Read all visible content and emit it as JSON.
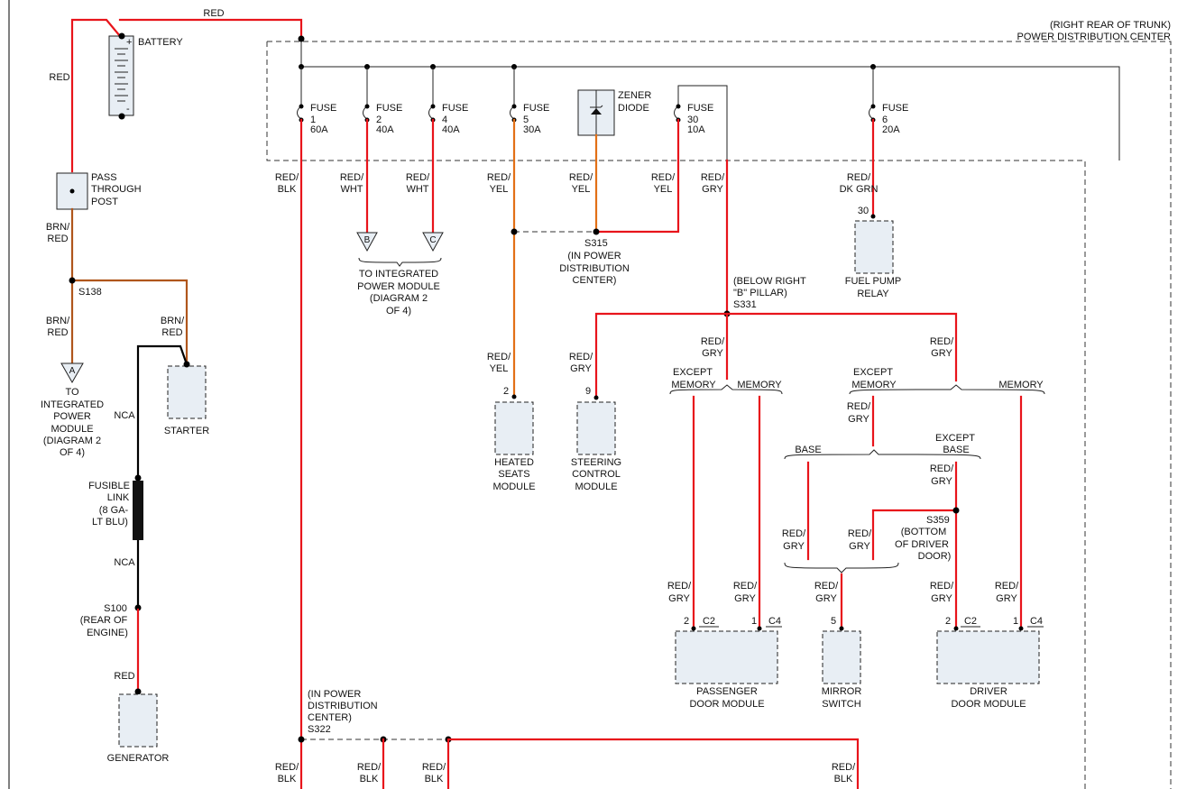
{
  "colors": {
    "red": "#e8141b",
    "brown": "#b0561c",
    "black": "#000000",
    "component_fill": "#e8eef4"
  },
  "pdc": {
    "line1": "(RIGHT REAR OF TRUNK)",
    "line2": "POWER DISTRIBUTION CENTER"
  },
  "battery": {
    "label": "BATTERY",
    "plus": "+",
    "minus": "-",
    "wire_left": "RED",
    "wire_top": "RED"
  },
  "pass_through": {
    "l1": "PASS",
    "l2": "THROUGH",
    "l3": "POST"
  },
  "wire_brn_red": {
    "l1": "BRN/",
    "l2": "RED"
  },
  "splice_s138": "S138",
  "connector_a": {
    "letter": "A",
    "l1": "TO",
    "l2": "INTEGRATED",
    "l3": "POWER",
    "l4": "MODULE",
    "l5": "(DIAGRAM 2",
    "l6": "OF 4)"
  },
  "starter": "STARTER",
  "nca": "NCA",
  "fusible_link": {
    "l1": "FUSIBLE",
    "l2": "LINK",
    "l3": "(8 GA-",
    "l4": "LT BLU)"
  },
  "s100": {
    "l1": "S100",
    "l2": "(REAR OF",
    "l3": "ENGINE)"
  },
  "generator": {
    "label": "GENERATOR",
    "wire": "RED"
  },
  "fuses": [
    {
      "l1": "FUSE",
      "l2": "1",
      "l3": "60A",
      "w1": "RED/",
      "w2": "BLK"
    },
    {
      "l1": "FUSE",
      "l2": "2",
      "l3": "40A",
      "w1": "RED/",
      "w2": "WHT"
    },
    {
      "l1": "FUSE",
      "l2": "4",
      "l3": "40A",
      "w1": "RED/",
      "w2": "WHT"
    },
    {
      "l1": "FUSE",
      "l2": "5",
      "l3": "30A",
      "w1": "RED/",
      "w2": "YEL"
    },
    {
      "l1": "FUSE",
      "l2": "30",
      "l3": "10A",
      "w1": "RED/",
      "w2": "YEL"
    },
    {
      "l1": "FUSE",
      "l2": "6",
      "l3": "20A",
      "w1": "RED/",
      "w2": "DK GRN"
    }
  ],
  "zener": {
    "l1": "ZENER",
    "l2": "DIODE",
    "w1": "RED/",
    "w2": "YEL"
  },
  "connectors_bc": {
    "b": "B",
    "c": "C",
    "l1": "TO INTEGRATED",
    "l2": "POWER MODULE",
    "l3": "(DIAGRAM 2",
    "l4": "OF 4)"
  },
  "s315": {
    "l1": "S315",
    "l2": "(IN POWER",
    "l3": "DISTRIBUTION",
    "l4": "CENTER)"
  },
  "red_yel": {
    "l1": "RED/",
    "l2": "YEL"
  },
  "red_gry": {
    "l1": "RED/",
    "l2": "GRY"
  },
  "red_blk": {
    "l1": "RED/",
    "l2": "BLK"
  },
  "heated_seats": {
    "pin": "2",
    "l1": "HEATED",
    "l2": "SEATS",
    "l3": "MODULE"
  },
  "steering": {
    "pin": "9",
    "l1": "STEERING",
    "l2": "CONTROL",
    "l3": "MODULE"
  },
  "fuel_pump": {
    "pin": "30",
    "l1": "FUEL PUMP",
    "l2": "RELAY"
  },
  "s331": {
    "l1": "(BELOW RIGHT",
    "l2": "\"B\" PILLAR)",
    "l3": "S331"
  },
  "options": {
    "except": "EXCEPT",
    "memory": "MEMORY",
    "base": "BASE"
  },
  "s359": {
    "l1": "S359",
    "l2": "(BOTTOM",
    "l3": "OF DRIVER",
    "l4": "DOOR)"
  },
  "passenger_door": {
    "pin_a": "2",
    "conn_a": "C2",
    "pin_b": "1",
    "conn_b": "C4",
    "l1": "PASSENGER",
    "l2": "DOOR MODULE"
  },
  "mirror_switch": {
    "pin": "5",
    "l1": "MIRROR",
    "l2": "SWITCH"
  },
  "driver_door": {
    "pin_a": "2",
    "conn_a": "C2",
    "pin_b": "1",
    "conn_b": "C4",
    "l1": "DRIVER",
    "l2": "DOOR MODULE"
  },
  "s322": {
    "l1": "(IN POWER",
    "l2": "DISTRIBUTION",
    "l3": "CENTER)",
    "l4": "S322"
  }
}
